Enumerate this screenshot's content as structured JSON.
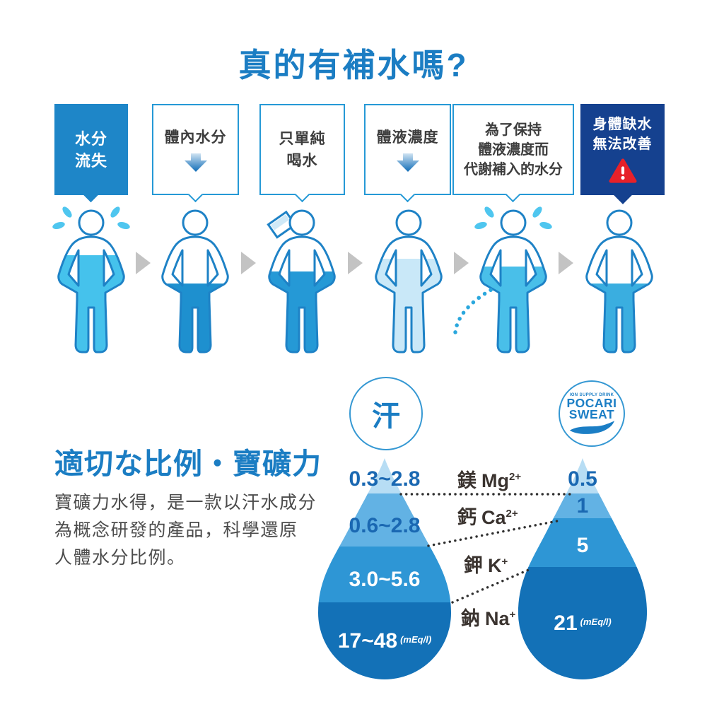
{
  "title": "真的有補水嗎?",
  "colors": {
    "primary_blue": "#1b7dc3",
    "box_blue": "#1e86c8",
    "navy": "#15418f",
    "warning_red": "#e62129",
    "figure_outline": "#1e82c6",
    "band_1": "#b7ddf4",
    "band_2": "#62b2e4",
    "band_3": "#2e96d5",
    "band_4": "#1371b7"
  },
  "flow": {
    "bubbles": [
      {
        "lines": [
          "水分",
          "流失"
        ]
      },
      {
        "lines": [
          "體內水分"
        ]
      },
      {
        "lines": [
          "只單純",
          "喝水"
        ]
      },
      {
        "lines": [
          "體液濃度"
        ]
      },
      {
        "lines": [
          "為了保持",
          "體液濃度而",
          "代謝補入的水分"
        ]
      },
      {
        "lines": [
          "身體缺水",
          "無法改善"
        ]
      }
    ]
  },
  "section2": {
    "heading": "適切な比例・寶礦力",
    "body_line1": "寶礦力水得，是一款以汗水成分",
    "body_line2": "為概念研發的產品，科學還原",
    "body_line3": "人體水分比例。"
  },
  "comparison": {
    "left": {
      "label": "汗",
      "values": [
        "0.3~2.8",
        "0.6~2.8",
        "3.0~5.6",
        "17~48"
      ],
      "unit": "(mEq/l)"
    },
    "right": {
      "logo_tagline": "ION SUPPLY DRINK",
      "logo_name1": "POCARI",
      "logo_name2": "SWEAT",
      "values": [
        "0.5",
        "1",
        "5",
        "21"
      ],
      "unit": "(mEq/l)"
    },
    "minerals": [
      {
        "zh": "鎂",
        "symbol": "Mg",
        "sup": "2+"
      },
      {
        "zh": "鈣",
        "symbol": "Ca",
        "sup": "2+"
      },
      {
        "zh": "鉀",
        "symbol": "K",
        "sup": "+"
      },
      {
        "zh": "鈉",
        "symbol": "Na",
        "sup": "+"
      }
    ]
  }
}
